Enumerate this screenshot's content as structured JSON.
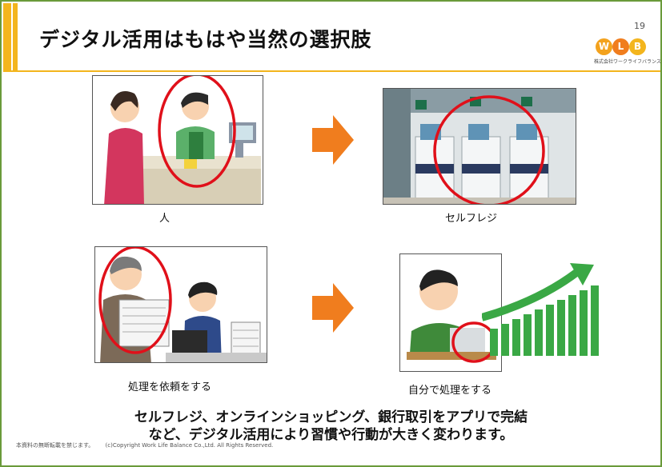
{
  "slide": {
    "title": "デジタル活用はもはや当然の選択肢",
    "page_number": "19",
    "logo": {
      "letters": [
        "W",
        "L",
        "B"
      ],
      "company": "株式会社ワークライフバランス"
    }
  },
  "panels": [
    {
      "caption": "人"
    },
    {
      "caption": "セルフレジ"
    },
    {
      "caption": "処理を依頼をする"
    },
    {
      "caption": "自分で処理をする"
    }
  ],
  "summary": {
    "line1": "セルフレジ、オンラインショッピング、銀行取引をアプリで完結",
    "line2": "など、デジタル活用により習慣や行動が大きく変わります。"
  },
  "footer": {
    "notice": "本資料の無断転載を禁じます。",
    "copyright": "(c)Copyright Work Life Balance Co.,Ltd. All Rights Reserved."
  },
  "colors": {
    "accent": "#f3b51d",
    "arrow": "#f07d1e",
    "circle": "#e0101a",
    "growth": "#3aa845"
  },
  "icons": [
    "right-arrow-icon",
    "growth-arrow-icon"
  ]
}
